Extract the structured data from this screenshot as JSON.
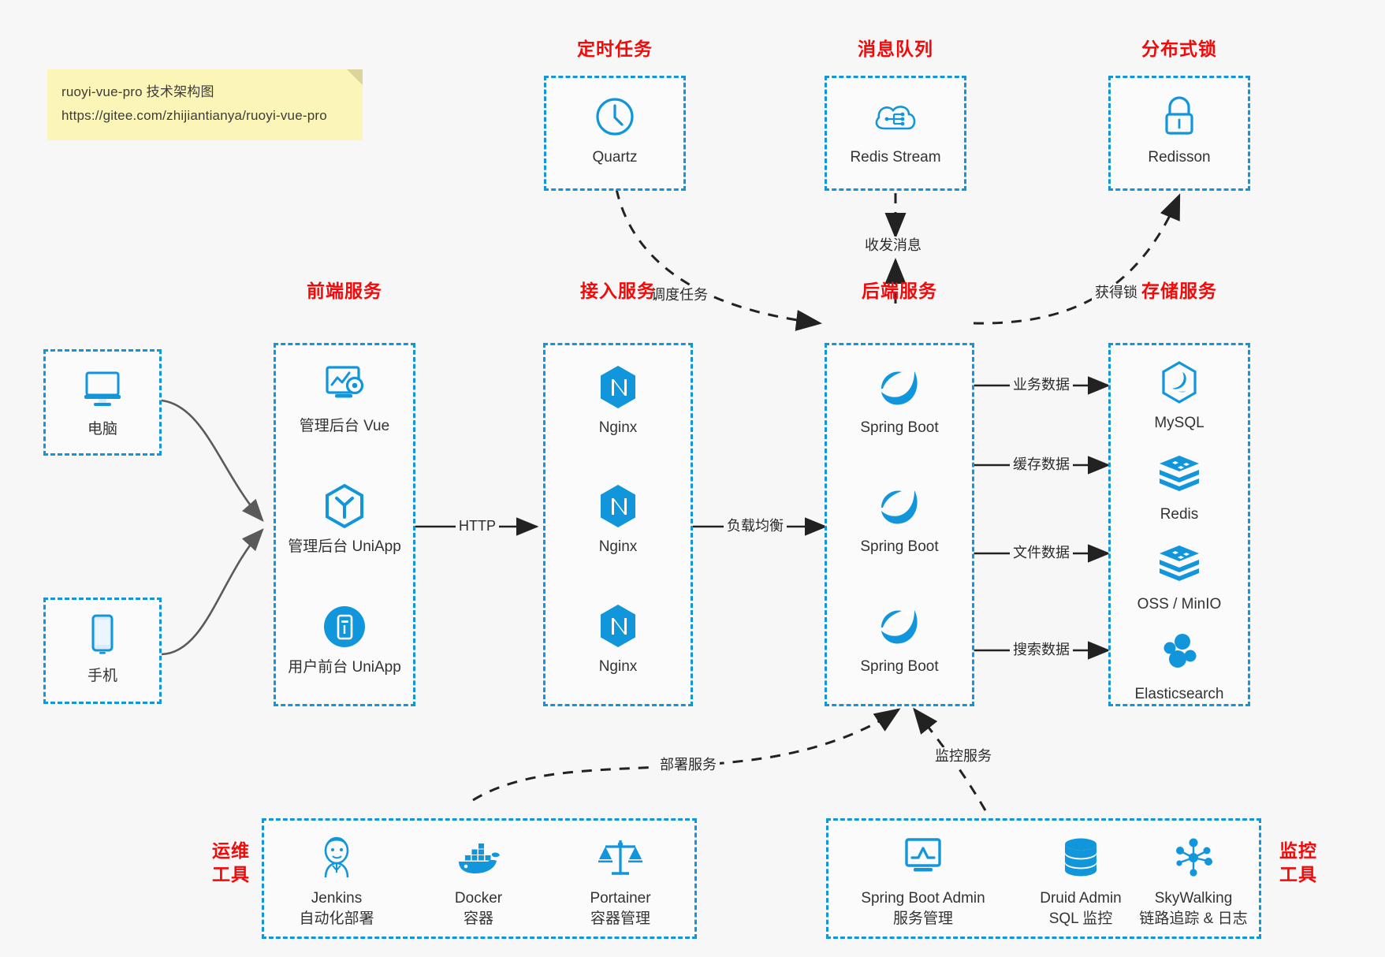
{
  "note": {
    "line1": "ruoyi-vue-pro 技术架构图",
    "line2": "https://gitee.com/zhijiantianya/ruoyi-vue-pro"
  },
  "colors": {
    "accent_blue": "#1296db",
    "title_red": "#f20a0a",
    "background": "#f7f7f7",
    "note_yellow": "#fcf5b8",
    "arrow_gray": "#5a5a5a",
    "text_dark": "#333333"
  },
  "groups": {
    "scheduled_task": {
      "title": "定时任务",
      "nodes": [
        {
          "label": "Quartz",
          "icon": "clock-icon"
        }
      ]
    },
    "message_queue": {
      "title": "消息队列",
      "nodes": [
        {
          "label": "Redis Stream",
          "icon": "cloud-network-icon"
        }
      ]
    },
    "distributed_lock": {
      "title": "分布式锁",
      "nodes": [
        {
          "label": "Redisson",
          "icon": "padlock-icon"
        }
      ]
    },
    "clients": {
      "nodes": [
        {
          "label": "电脑",
          "icon": "desktop-monitor-icon"
        },
        {
          "label": "手机",
          "icon": "mobile-phone-icon"
        }
      ]
    },
    "frontend": {
      "title": "前端服务",
      "nodes": [
        {
          "label": "管理后台 Vue",
          "icon": "dashboard-gear-icon"
        },
        {
          "label": "管理后台 UniApp",
          "icon": "hexagon-cube-icon"
        },
        {
          "label": "用户前台 UniApp",
          "icon": "app-phone-icon"
        }
      ]
    },
    "gateway": {
      "title": "接入服务",
      "nodes": [
        {
          "label": "Nginx",
          "icon": "nginx-icon"
        },
        {
          "label": "Nginx",
          "icon": "nginx-icon"
        },
        {
          "label": "Nginx",
          "icon": "nginx-icon"
        }
      ]
    },
    "backend": {
      "title": "后端服务",
      "nodes": [
        {
          "label": "Spring Boot",
          "icon": "spring-boot-icon"
        },
        {
          "label": "Spring Boot",
          "icon": "spring-boot-icon"
        },
        {
          "label": "Spring Boot",
          "icon": "spring-boot-icon"
        }
      ]
    },
    "storage": {
      "title": "存储服务",
      "nodes": [
        {
          "label": "MySQL",
          "icon": "mysql-dolphin-icon"
        },
        {
          "label": "Redis",
          "icon": "redis-stack-icon"
        },
        {
          "label": "OSS / MinIO",
          "icon": "object-storage-icon"
        },
        {
          "label": "Elasticsearch",
          "icon": "elasticsearch-icon"
        }
      ]
    },
    "devops": {
      "title": "运维\n工具",
      "title_line1": "运维",
      "title_line2": "工具",
      "nodes": [
        {
          "label": "Jenkins",
          "sub": "自动化部署",
          "icon": "jenkins-butler-icon"
        },
        {
          "label": "Docker",
          "sub": "容器",
          "icon": "docker-whale-icon"
        },
        {
          "label": "Portainer",
          "sub": "容器管理",
          "icon": "scales-icon"
        }
      ]
    },
    "monitoring": {
      "title_line1": "监控",
      "title_line2": "工具",
      "nodes": [
        {
          "label": "Spring Boot Admin",
          "sub": "服务管理",
          "icon": "monitor-chart-icon"
        },
        {
          "label": "Druid Admin",
          "sub": "SQL 监控",
          "icon": "database-icon"
        },
        {
          "label": "SkyWalking",
          "sub": "链路追踪 & 日志",
          "icon": "skywalking-hub-icon"
        }
      ]
    }
  },
  "edges": [
    {
      "id": "schedule",
      "label": "调度任务"
    },
    {
      "id": "mq",
      "label": "收发消息"
    },
    {
      "id": "lock",
      "label": "获得锁"
    },
    {
      "id": "http",
      "label": "HTTP"
    },
    {
      "id": "lb",
      "label": "负载均衡"
    },
    {
      "id": "biz",
      "label": "业务数据"
    },
    {
      "id": "cache",
      "label": "缓存数据"
    },
    {
      "id": "file",
      "label": "文件数据"
    },
    {
      "id": "search",
      "label": "搜索数据"
    },
    {
      "id": "deploy",
      "label": "部署服务"
    },
    {
      "id": "monitor",
      "label": "监控服务"
    }
  ]
}
